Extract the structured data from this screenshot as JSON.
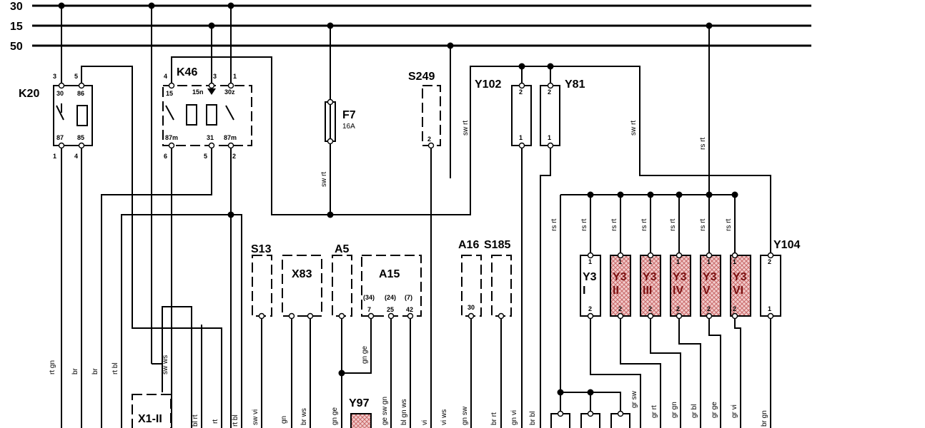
{
  "diagram": {
    "bus": {
      "b30": "30",
      "b15": "15",
      "b50": "50"
    },
    "components": {
      "K20": "K20",
      "K46": "K46",
      "F7": "F7",
      "F7_rating": "16A",
      "S249": "S249",
      "Y102": "Y102",
      "Y81": "Y81",
      "S13": "S13",
      "X83": "X83",
      "A5": "A5",
      "A15": "A15",
      "A16": "A16",
      "S185": "S185",
      "Y104": "Y104",
      "X1_II": "X1-II",
      "Y97": "Y97",
      "Y3_1": [
        "Y3",
        "I"
      ],
      "Y3_2": [
        "Y3",
        "II"
      ],
      "Y3_3": [
        "Y3",
        "III"
      ],
      "Y3_4": [
        "Y3",
        "IV"
      ],
      "Y3_5": [
        "Y3",
        "V"
      ],
      "Y3_6": [
        "Y3",
        "VI"
      ]
    },
    "pins": {
      "K20_top": [
        "3",
        "5"
      ],
      "K20_in": [
        "30",
        "86",
        "87",
        "85"
      ],
      "K20_bot": [
        "1",
        "4"
      ],
      "K46_top": [
        "4",
        "3",
        "1"
      ],
      "K46_in": [
        "15",
        "15n",
        "30z",
        "87m",
        "31",
        "87m"
      ],
      "K46_bot": [
        "6",
        "5",
        "2"
      ],
      "S249": "2",
      "Y102": [
        "2",
        "1"
      ],
      "Y81": [
        "2",
        "1"
      ],
      "A15": [
        "(34)",
        "(24)",
        "(7)",
        "7",
        "25",
        "42"
      ],
      "A16": "30",
      "Y3": [
        "1",
        "2"
      ],
      "Y104": [
        "2",
        "1"
      ]
    },
    "wire_labels": {
      "k20_a": "rt gn",
      "k20_b": "br",
      "k46_c": "br",
      "k46_d": "rt bl",
      "sw_ws": "sw ws",
      "bl_rt": "bl rt",
      "rt": "rt",
      "rt_bl": "rt bl",
      "f7": "sw rt",
      "y102_feed": "sw rt",
      "y104_feed": "sw rt",
      "rs_rt_top": "rs rt",
      "rs_a": "rs rt",
      "rs_b": "rs rt",
      "rs_c": "rs rt",
      "rs_d": "rs rt",
      "rs_e": "rs rt",
      "rs_f": "rs rt",
      "rs_g": "rs rt",
      "s13": "sw vi",
      "x83_a": "gn",
      "x83_b": "br ws",
      "a5": "gn ge",
      "y97_a": "gn ge",
      "a15_a": "ge sw gn",
      "a15_b": "bl gn ws",
      "a15_c": "vi",
      "s249": "vi ws",
      "a16": "gn sw",
      "s185": "br rt",
      "y102": "gn vi",
      "y81": "br bl",
      "y3_2": "gr sw",
      "y3_3": "gr rt",
      "y3_4": "gr gn",
      "y3_5": "gr bl",
      "y3_6": "gr ge",
      "y3_7": "gr vi",
      "y104": "br gn"
    }
  }
}
